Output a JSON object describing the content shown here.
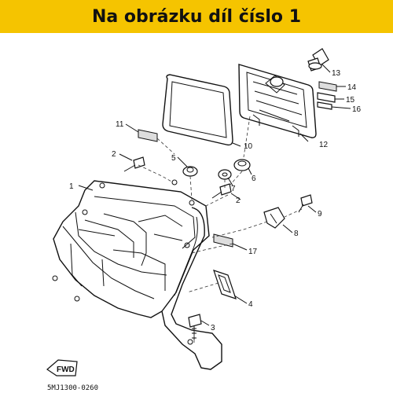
{
  "banner": {
    "text": "Na obrázku díl číslo 1"
  },
  "diagram": {
    "code": "5MJ1300-0260",
    "fwd_label": "FWD",
    "callouts": {
      "c1": "1",
      "c2a": "2",
      "c2b": "2",
      "c3": "3",
      "c4": "4",
      "c5": "5",
      "c6": "6",
      "c7": "7",
      "c8": "8",
      "c9": "9",
      "c10": "10",
      "c11": "11",
      "c12": "12",
      "c13": "13",
      "c14": "14",
      "c15": "15",
      "c16": "16",
      "c17": "17"
    }
  }
}
